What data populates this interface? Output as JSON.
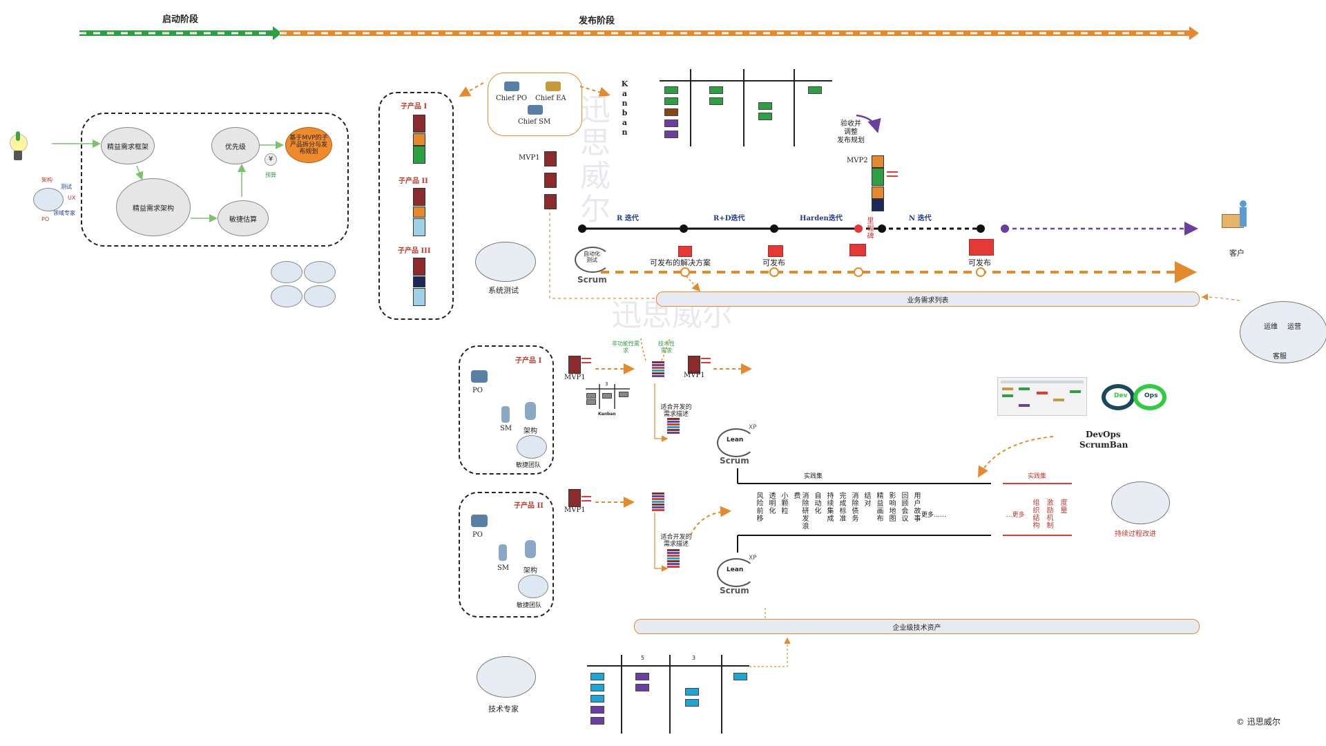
{
  "phases": {
    "startup": "启动阶段",
    "release": "发布阶段"
  },
  "left_flow": {
    "lean_framework": "精益需求框架",
    "lean_architecture": "精益需求架构",
    "priority": "优先级",
    "agile_estimate": "敏捷估算",
    "mvp_plan": "基于MVP的子产品拆分与发布规划",
    "budget": "预算",
    "yen_icon": "¥"
  },
  "roles": {
    "architecture": "架构",
    "test": "测试",
    "ux": "UX",
    "domain_expert": "领域专家",
    "po": "PO"
  },
  "subproducts": {
    "p1": "子产品 I",
    "p2": "子产品 II",
    "p3": "子产品 III"
  },
  "chiefs": {
    "po": "Chief PO",
    "ea": "Chief EA",
    "sm": "Chief SM"
  },
  "kanban_vertical": "Kanban",
  "feedback": {
    "line1": "验收并",
    "line2": "调整",
    "line3": "发布规划"
  },
  "mvp": {
    "mvp1": "MVP1",
    "mvp2": "MVP2"
  },
  "iterations": {
    "r": "R 迭代",
    "rd": "R+D迭代",
    "harden": "Harden迭代",
    "n": "N 迭代",
    "milestone": "里程碑"
  },
  "release_labels": {
    "solution": "可发布的解决方案",
    "releasable1": "可发布",
    "releasable2": "可发布"
  },
  "customer": "客户",
  "system_test": "系统测试",
  "scrum_label": "Scrum",
  "auto_test": "自动化测试",
  "business_backlog": "业务需求列表",
  "ops": {
    "ops1": "运维",
    "ops2": "运营",
    "service": "客服"
  },
  "team1": {
    "title": "子产品 I",
    "po": "PO",
    "sm": "SM",
    "arch": "架构",
    "team": "敏捷团队"
  },
  "team2": {
    "title": "子产品 II",
    "po": "PO",
    "sm": "SM",
    "arch": "架构",
    "team": "敏捷团队"
  },
  "nonfunc": "非功能性需求",
  "tech": "技术性需求",
  "kanban_small": "Kanban",
  "kanban_small_num": "3",
  "fit_desc1": "适合开发的需求描述",
  "fit_desc2": "适合开发的需求描述",
  "lean": "Lean",
  "xp": "XP",
  "devops": {
    "title_line1": "DevOps",
    "title_line2": "ScrumBan",
    "dev": "Dev",
    "ops": "Ops"
  },
  "practice_set": "实践集",
  "practice_set_right": "实践集",
  "practices": [
    "风险前移",
    "透明化",
    "小颗粒",
    "消除研发浪费",
    "自动化",
    "持续集成",
    "完成标准",
    "消除债务",
    "结对",
    "精益画布",
    "影响地图",
    "回顾会议",
    "用户故事"
  ],
  "more": "更多……",
  "more_right": "...更多",
  "right_practices": [
    "组织结构",
    "激励机制",
    "度量"
  ],
  "continuous_improvement": "持续过程改进",
  "enterprise_assets": "企业级技术资产",
  "tech_expert": "技术专家",
  "tech_kanban_nums": {
    "a": "5",
    "b": "3"
  },
  "watermark": "迅思威尔",
  "copyright": "© 迅思威尔",
  "colors": {
    "green": "#2ea043",
    "orange": "#e58a2c",
    "maroon": "#8b2b2b",
    "navy": "#1a2a5a",
    "lightblue": "#9fd0e6",
    "purple": "#6b3fa0",
    "teal": "#1ba6d6"
  }
}
